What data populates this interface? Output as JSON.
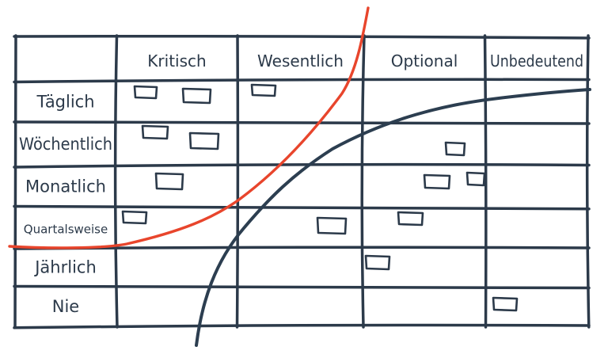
{
  "matrix": {
    "columns": [
      "Kritisch",
      "Wesentlich",
      "Optional",
      "Unbedeutend"
    ],
    "rows": [
      "Täglich",
      "Wöchentlich",
      "Monatlich",
      "Quartalsweise",
      "Jährlich",
      "Nie"
    ]
  },
  "cards": [
    {
      "row": 0,
      "col": 0
    },
    {
      "row": 0,
      "col": 0
    },
    {
      "row": 0,
      "col": 1
    },
    {
      "row": 1,
      "col": 0
    },
    {
      "row": 1,
      "col": 0
    },
    {
      "row": 1,
      "col": 2
    },
    {
      "row": 2,
      "col": 0
    },
    {
      "row": 2,
      "col": 2
    },
    {
      "row": 2,
      "col": 2
    },
    {
      "row": 3,
      "col": 0
    },
    {
      "row": 3,
      "col": 1
    },
    {
      "row": 3,
      "col": 2
    },
    {
      "row": 4,
      "col": 2
    },
    {
      "row": 5,
      "col": 3
    }
  ],
  "colors": {
    "grid": "#2c3a4a",
    "red_curve": "#e8452c",
    "dark_curve": "#2c3e50"
  }
}
